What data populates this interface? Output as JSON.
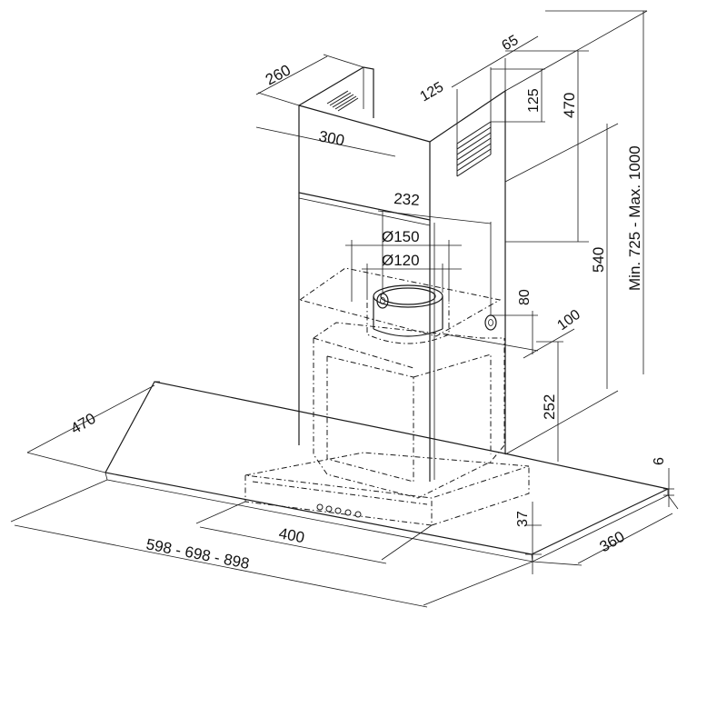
{
  "dimensions": {
    "flue_depth": "260",
    "flue_width": "300",
    "vent_offset": "65",
    "vent_width": "125",
    "vent_height": "125",
    "upper_flue": "470",
    "total_height": "Min. 725 - Max. 1000",
    "lower_flue": "540",
    "bracket_spacing": "232",
    "duct_large": "Ø150",
    "duct_small": "Ø120",
    "bracket_height": "80",
    "wall_offset": "100",
    "hood_body": "252",
    "glass_depth": "470",
    "canopy_width": "400",
    "glass_thickness": "6",
    "canopy_height": "37",
    "overall_depth": "360",
    "widths": "598 - 698 - 898"
  },
  "colors": {
    "line": "#1a1a1a",
    "background": "#ffffff"
  }
}
